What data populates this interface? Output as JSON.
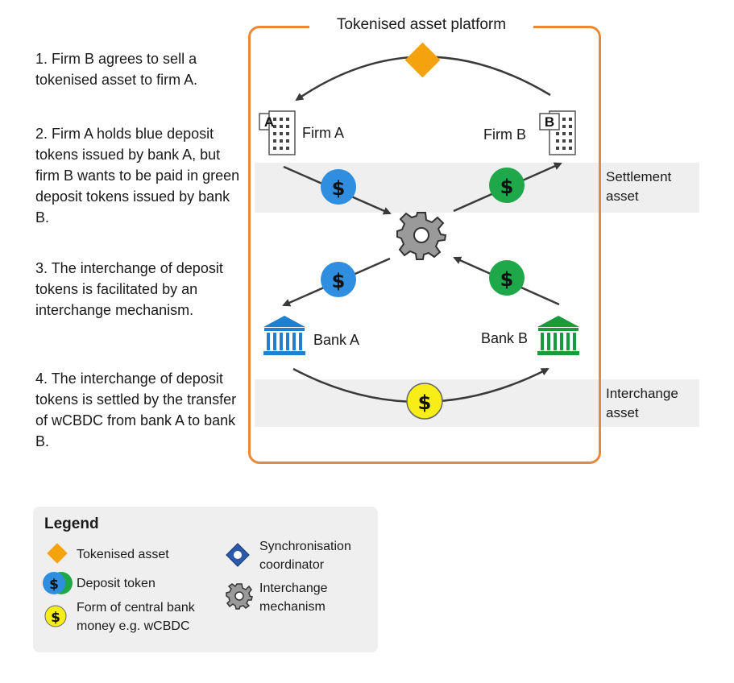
{
  "platform_title": "Tokenised asset platform",
  "steps": [
    "1. Firm B agrees to sell a tokenised asset to firm A.",
    "2. Firm A holds blue deposit tokens issued by bank A, but firm B wants to be paid in green deposit tokens issued by bank B.",
    "3. The interchange of deposit tokens is facilitated by an interchange mechanism.",
    "4. The interchange of deposit tokens is settled by the transfer of wCBDC from bank A to bank B."
  ],
  "entities": {
    "firm_a": "Firm A",
    "firm_b": "Firm B",
    "bank_a": "Bank A",
    "bank_b": "Bank B",
    "firm_a_letter": "A",
    "firm_b_letter": "B"
  },
  "bands": {
    "settlement": "Settlement asset",
    "interchange": "Interchange asset"
  },
  "token_symbol": "$",
  "legend": {
    "title": "Legend",
    "tokenised_asset": "Tokenised asset",
    "deposit_token": "Deposit token",
    "central_bank_money": "Form of central bank money  e.g. wCBDC",
    "sync_coordinator": "Synchronisation coordinator",
    "interchange_mechanism": "Interchange mechanism"
  },
  "colors": {
    "platform_border": "#e8893a",
    "asset_diamond": "#f5a20f",
    "blue_token": "#2f8ee0",
    "green_token": "#1fa84a",
    "wcbdc_token": "#f8ee17",
    "bank_a": "#1f7fd0",
    "bank_b": "#1b9a3c",
    "band": "#efefef"
  }
}
